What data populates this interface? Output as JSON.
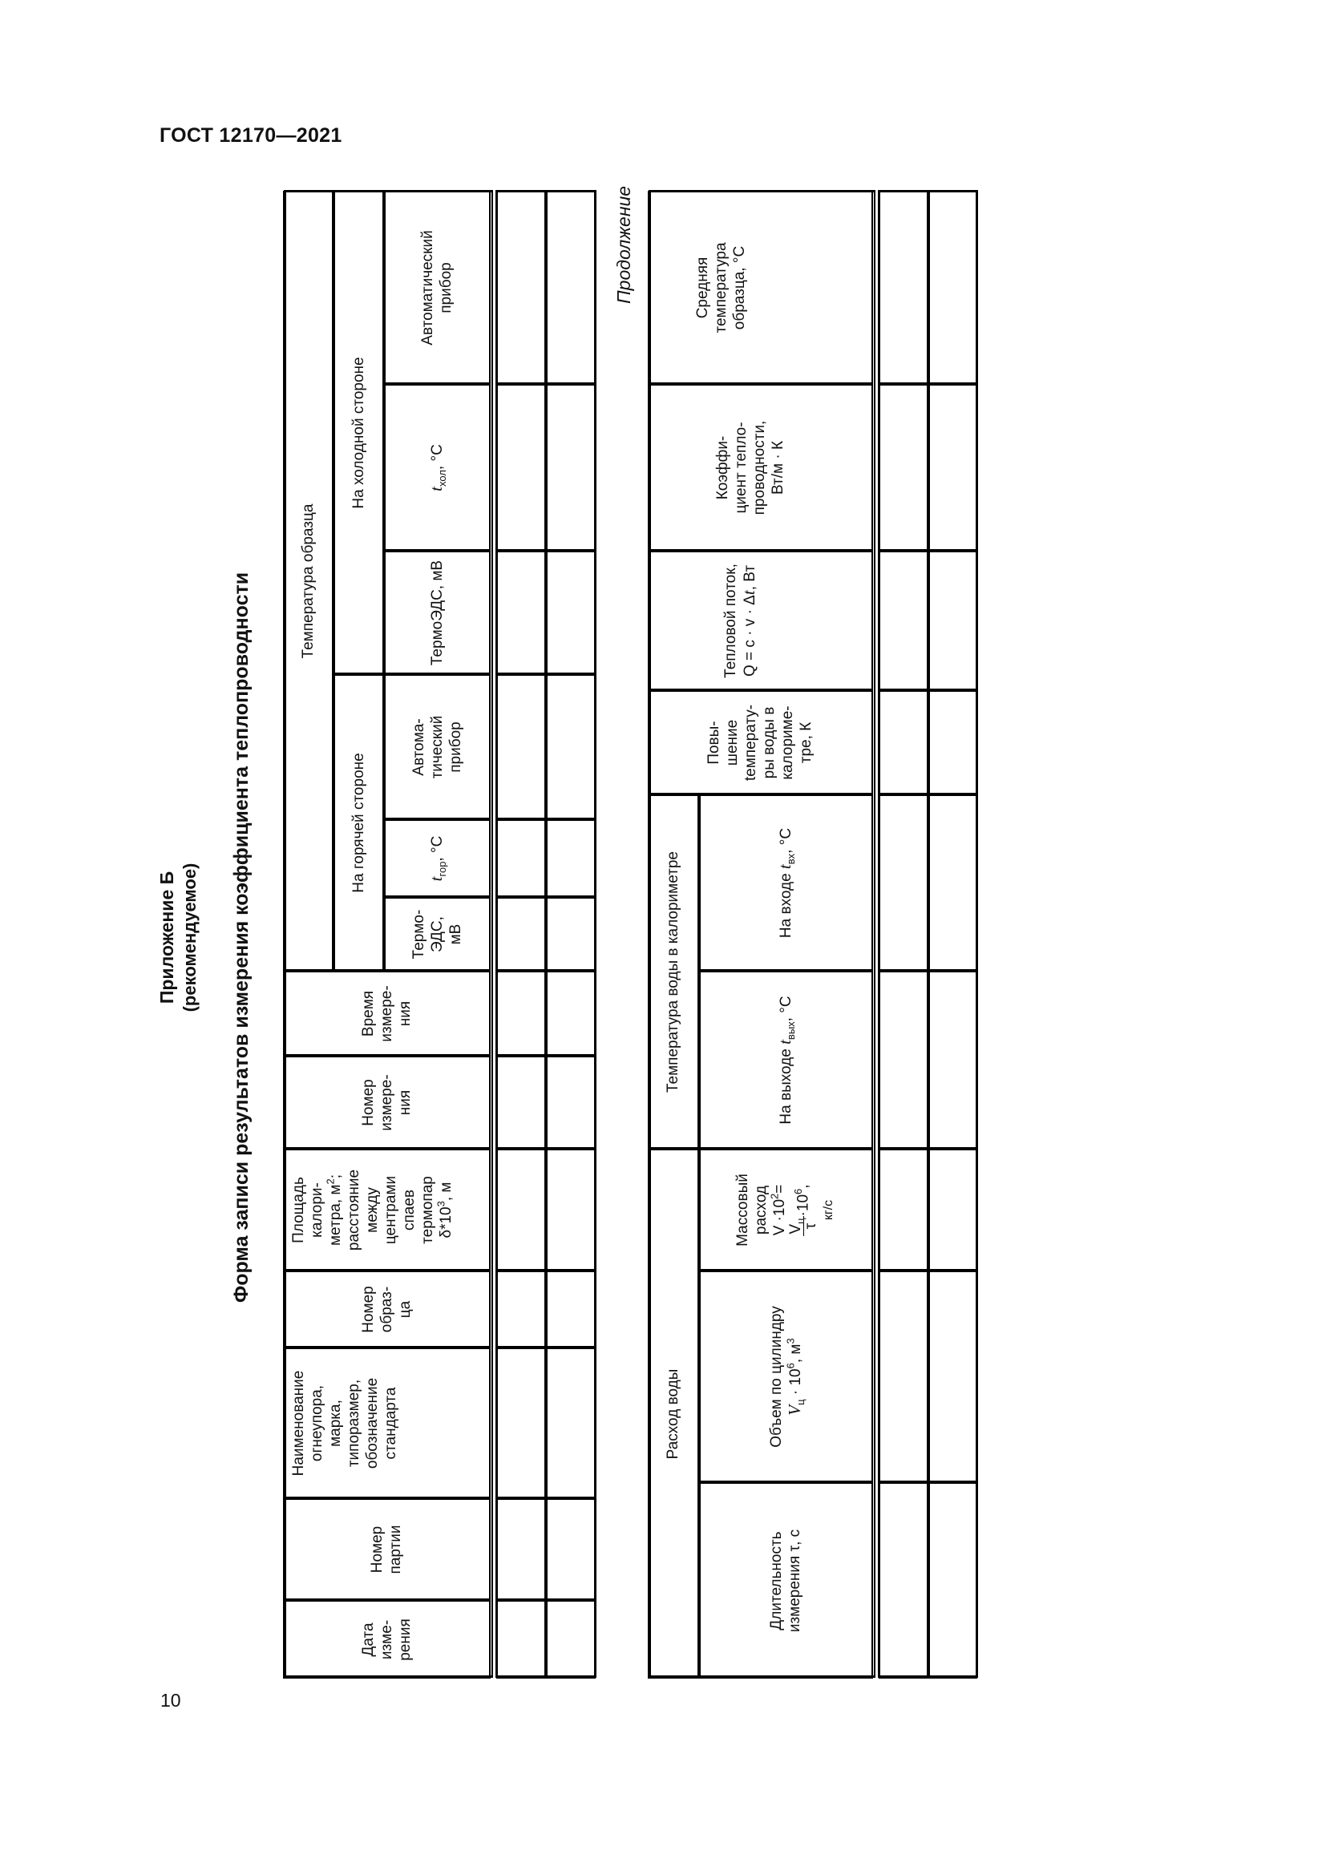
{
  "header": {
    "doc_code": "ГОСТ 12170—2021"
  },
  "footer": {
    "page_number": "10"
  },
  "appendix": {
    "title": "Приложение Б",
    "status": "(рекомендуемое)",
    "form_title": "Форма записи результатов измерения коэффициента теплопроводности"
  },
  "table1": {
    "group_headers": {
      "sample_temperature": "Температура образца",
      "hot_side": "На горячей стороне",
      "cold_side": "На холодной стороне"
    },
    "columns": [
      {
        "label": "Дата\nизме-\nрения"
      },
      {
        "label": "Номер\nпартии"
      },
      {
        "label": "Наименование\nогнеупора,\nмарка,\nтипоразмер,\nобозначение\nстандарта"
      },
      {
        "label": "Номер\nобраз-\nца"
      },
      {
        "label_pre": "Площадь\nкалори-\nметра, м",
        "label_sup": "2",
        "label_post": ";\nрасстояние\nмежду\nцентрами\nспаев\nтермопар\nδ*10",
        "label_sup2": "3",
        "label_end": ", м"
      },
      {
        "label": "Номер\nизмере-\nния"
      },
      {
        "label": "Время\nизмере-\nния"
      },
      {
        "label": "Термо-\nЭДС,\nмВ"
      },
      {
        "var": "t",
        "sub": "гор",
        "unit": ", °С"
      },
      {
        "label": "Автома-\nтический\nприбор"
      },
      {
        "label": "ТермоЭДС, мВ"
      },
      {
        "var": "t",
        "sub": "хол",
        "unit": ", °С"
      },
      {
        "label": "Автоматический\nприбор"
      }
    ],
    "rows": [
      [
        "",
        "",
        "",
        "",
        "",
        "",
        "",
        "",
        "",
        "",
        "",
        "",
        ""
      ],
      [
        "",
        "",
        "",
        "",
        "",
        "",
        "",
        "",
        "",
        "",
        "",
        "",
        ""
      ]
    ]
  },
  "continuation_label": "Продолжение",
  "table2": {
    "group_headers": {
      "water_flow": "Расход воды",
      "water_temperature": "Температура воды в калориметре"
    },
    "columns": [
      {
        "label": "Длительность\nизмерения τ, с"
      },
      {
        "label_pre": "Объем по цилиндру",
        "var": "V",
        "sub": "ц",
        "label_mid": " · 10",
        "sup": "6",
        "label_end": ", м",
        "sup2": "3"
      },
      {
        "label_top": "Массовый\nрасход\nV ·10",
        "sup": "2",
        "label_eq": "=",
        "frac_num": "V",
        "frac_num_sub": "ц",
        "frac_den": "τ",
        "label_mult": "·10",
        "sup2": "6",
        "label_end": ",",
        "unit": "кг/с"
      },
      {
        "label_pre": "На выходе ",
        "var": "t",
        "sub": "вых",
        "unit": ", °С"
      },
      {
        "label_pre": "На входе ",
        "var": "t",
        "sub": "вх",
        "unit": ", °С"
      },
      {
        "label": "Повы-\nшение\ntемперату-\nры воды в\nкалориме-\nтре, К"
      },
      {
        "label_pre": "Тепловой поток,\nQ = c · v · Δ",
        "var": "t",
        "label_end": ", Вт"
      },
      {
        "label": "Коэффи-\nциент тепло-\nпроводности,\nВт/м · К"
      },
      {
        "label": "Средняя\nтемпература\nобразца, °С"
      }
    ],
    "rows": [
      [
        "",
        "",
        "",
        "",
        "",
        "",
        "",
        "",
        ""
      ],
      [
        "",
        "",
        "",
        "",
        "",
        "",
        "",
        "",
        ""
      ]
    ]
  }
}
